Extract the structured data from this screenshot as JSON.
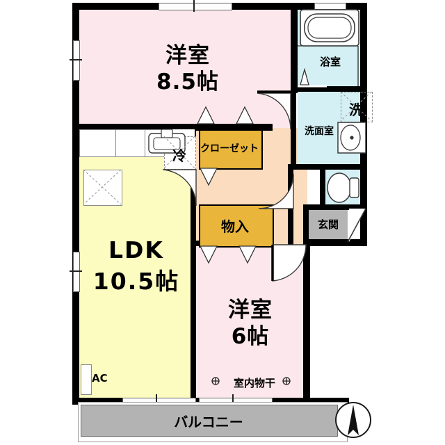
{
  "plan": {
    "type": "japanese-apartment-floor-plan",
    "layout_code": "2LDK",
    "compass": "north-arrow"
  },
  "rooms": [
    {
      "id": "washitsu-north",
      "name_ja": "洋室",
      "size": "8.5帖",
      "color": "#fce8ec"
    },
    {
      "id": "ldk",
      "name_ja": "LDK",
      "size": "10.5帖",
      "color": "#fcfcc0"
    },
    {
      "id": "washitsu-south",
      "name_ja": "洋室",
      "size": "6帖",
      "color": "#fce8ec"
    },
    {
      "id": "yokushitsu",
      "name_ja": "浴室",
      "size": "",
      "color": "#d4f0f4"
    },
    {
      "id": "senmenjo",
      "name_ja": "洗面室",
      "size": "",
      "color": "#d4f0f4"
    },
    {
      "id": "genkan",
      "name_ja": "玄関",
      "size": "",
      "color": "#b5b5b5"
    },
    {
      "id": "balcony",
      "name_ja": "バルコニー",
      "size": "",
      "color": "#b3b3b3"
    }
  ],
  "labels": {
    "room_north": "洋室",
    "room_north_size": "8.5帖",
    "ldk": "LDK",
    "ldk_size": "10.5帖",
    "room_south": "洋室",
    "room_south_size": "6帖",
    "bath": "浴室",
    "washroom": "洗面室",
    "washer": "洗",
    "fridge": "冷",
    "closet": "クローゼット",
    "storage": "物入",
    "entrance": "玄関",
    "balcony": "バルコニー",
    "aircon": "AC",
    "laundry_hanger": "室内物干"
  },
  "colors": {
    "pink_room": "#fce8ec",
    "yellow_ldk": "#fcfcc0",
    "peach_hall": "#fbdcbe",
    "orange_closet": "#e9b53a",
    "blue_water": "#d4f0f4",
    "gray_entry": "#b5b5b5",
    "gray_balcony": "#b3b3b3",
    "wall_black": "#000000"
  },
  "fixtures": [
    {
      "name": "bathtub",
      "room": "浴室"
    },
    {
      "name": "washbasin",
      "room": "洗面室"
    },
    {
      "name": "washer-space",
      "room": "洗面室",
      "label": "洗"
    },
    {
      "name": "toilet",
      "room": "トイレ"
    },
    {
      "name": "kitchen-sink",
      "room": "LDK"
    },
    {
      "name": "fridge-space",
      "room": "LDK",
      "label": "冷"
    },
    {
      "name": "aircon-unit",
      "room": "LDK",
      "label": "AC"
    },
    {
      "name": "indoor-laundry-hanger",
      "room": "洋室 6帖",
      "label": "室内物干"
    }
  ]
}
